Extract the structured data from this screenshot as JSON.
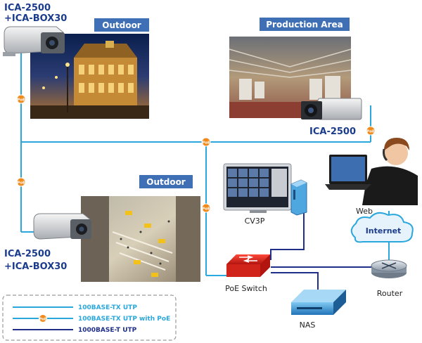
{
  "labels": {
    "camera_top_model": "ICA-2500",
    "camera_top_housing": "+ICA-BOX30",
    "camera_bottom_model": "ICA-2500",
    "camera_bottom_housing": "+ICA-BOX30",
    "camera_production_model": "ICA-2500",
    "outdoor_top": "Outdoor",
    "outdoor_bottom": "Outdoor",
    "production_area": "Production Area",
    "cv3p": "CV3P",
    "web": "Web",
    "internet": "Internet",
    "router": "Router",
    "poe_switch": "PoE Switch",
    "nas": "NAS",
    "poe_badge": "PoE"
  },
  "legend": {
    "items": [
      {
        "label": "100BASE-TX UTP"
      },
      {
        "label": "100BASE-TX UTP with PoE"
      },
      {
        "label": "1000BASE-T UTP"
      }
    ]
  },
  "colors": {
    "utp": "#2aa7dc",
    "poe_badge": "#f08a1c",
    "gigabit": "#1f2f8a",
    "tag_bg": "#3f6fb5",
    "label_text": "#1b3c8c"
  }
}
